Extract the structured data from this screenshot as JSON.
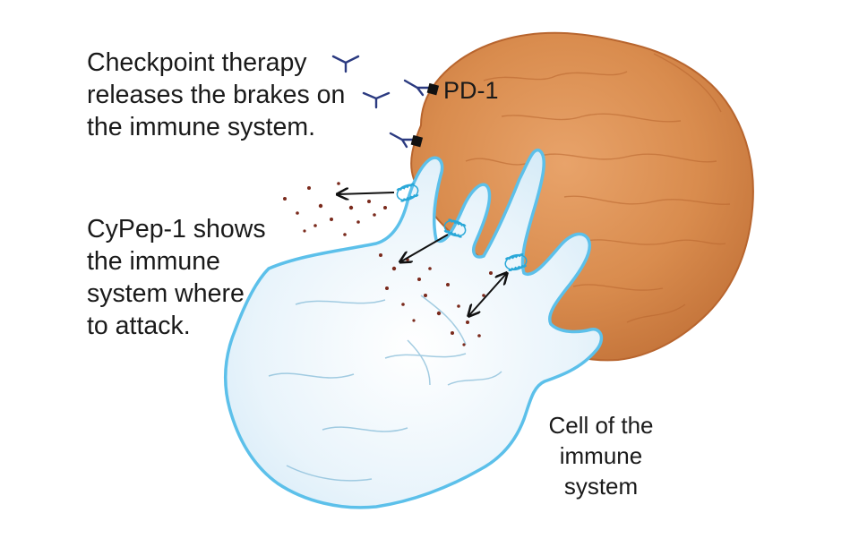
{
  "labels": {
    "checkpoint": [
      "Checkpoint therapy",
      "releases the brakes on",
      "the immune system."
    ],
    "pd1": "PD-1",
    "cypep": [
      "CyPep-1 shows",
      "the immune",
      "system where",
      "to attack."
    ],
    "immune_cell": [
      "Cell of the",
      "immune",
      "system"
    ]
  },
  "colors": {
    "tumor_cell": "#d98c4e",
    "tumor_shadow": "#b8652e",
    "immune_cell": "#e6f2fa",
    "immune_outline": "#5cc0ea",
    "antibody": "#2b3a80",
    "receptor": "#2aa8d8",
    "particles": "#7a2a1c",
    "arrow": "#111111",
    "text": "#1a1a1a"
  },
  "icons": {
    "antibody": "antibody-y-icon",
    "receptor": "receptor-coil-icon",
    "pd1": "pd1-block-icon"
  }
}
